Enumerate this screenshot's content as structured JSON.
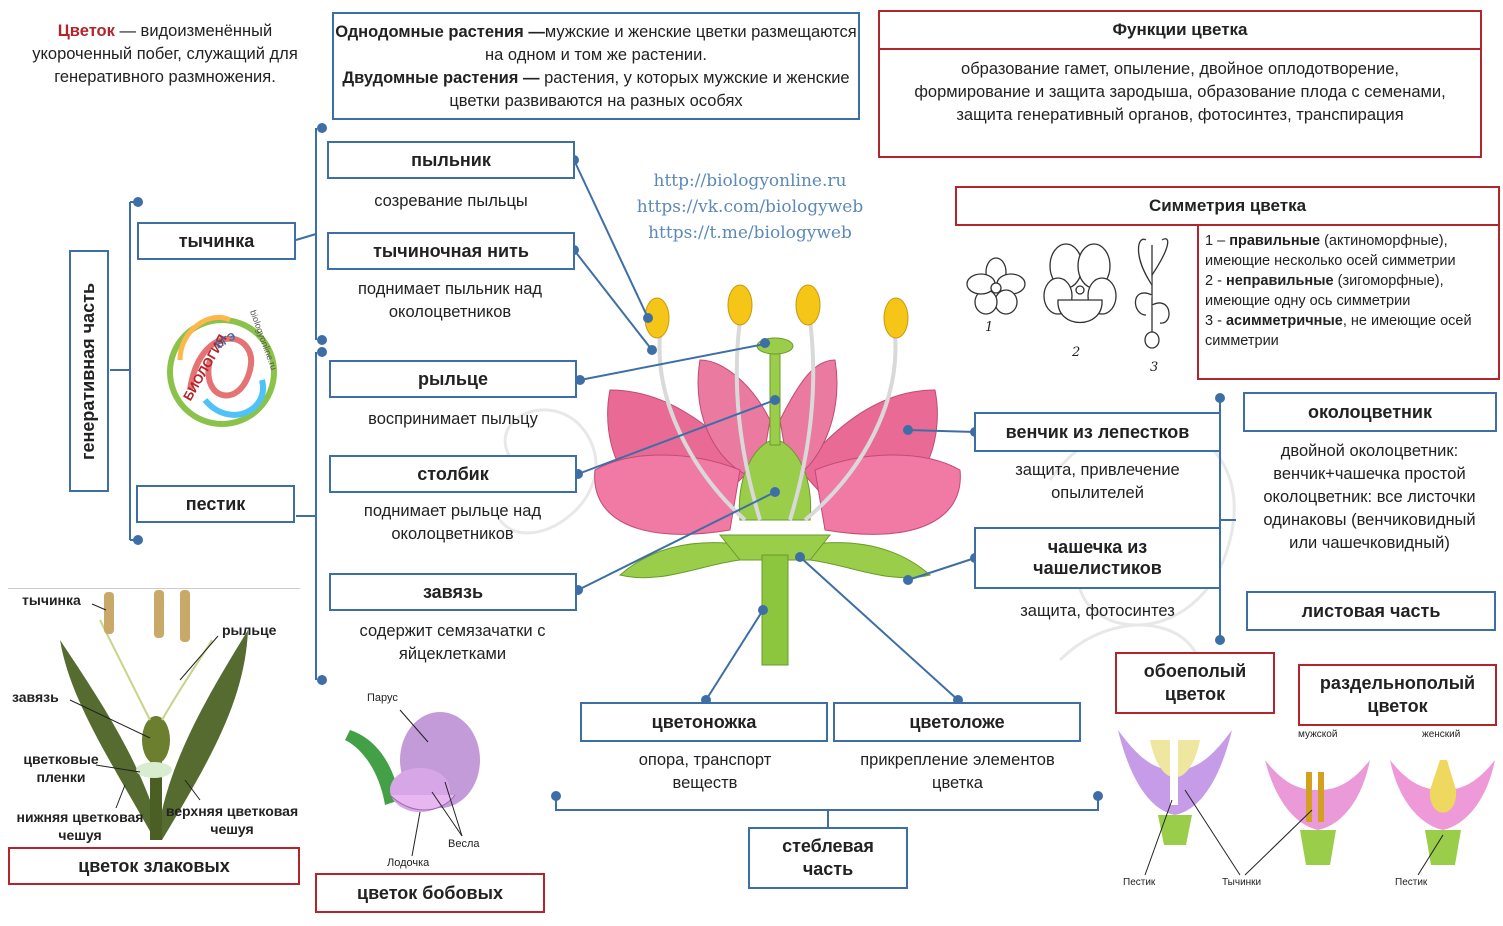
{
  "definition": {
    "term": "Цветок",
    "text": " — видоизменённый укороченный побег, служащий для генеративного размножения."
  },
  "mono_dio": {
    "mono_term": "Однодомные растения —",
    "mono_text": "мужские и женские цветки размещаются на одном и том же растении.",
    "dio_term": "Двудомные растения —",
    "dio_text": " растения, у которых мужские и женские цветки развиваются на разных особях"
  },
  "functions": {
    "title": "Функции цветка",
    "text": "образование гамет, опыление, двойное оплодотворение, формирование и защита зародыша, образование плода с семенами, защита генеративный органов, фотосинтез, транспирация"
  },
  "symmetry": {
    "title": "Симметрия цветка",
    "fig_labels": [
      "1",
      "2",
      "3"
    ],
    "items": [
      {
        "num": "1 –",
        "term": "правильные",
        "text": " (актиноморфные), имеющие несколько осей симметрии"
      },
      {
        "num": "2 -",
        "term": "неправильные",
        "text": " (зигоморфные), имеющие одну ось симметрии"
      },
      {
        "num": "3 -",
        "term": "асимметричные",
        "text": ", не имеющие осей симметрии"
      }
    ]
  },
  "links": [
    "http://biologyonline.ru",
    "https://vk.com/biologyweb",
    "https://t.me/biologyweb"
  ],
  "generative": {
    "label": "генеративная часть",
    "stamen": "тычинка",
    "pistil": "пестик"
  },
  "logo": {
    "text": "БИОЛОГИЯ",
    "sub": "ЕГЭ",
    "site": "biologyonline.ru"
  },
  "parts": {
    "anther": {
      "label": "пыльник",
      "desc": "созревание пыльцы"
    },
    "filament": {
      "label": "тычиночная нить",
      "desc": "поднимает пыльник над околоцветников"
    },
    "stigma": {
      "label": "рыльце",
      "desc": "воспринимает пыльцу"
    },
    "style": {
      "label": "столбик",
      "desc": "поднимает рыльце над околоцветников"
    },
    "ovary": {
      "label": "завязь",
      "desc": "содержит семязачатки с яйцеклетками"
    },
    "corolla": {
      "label": "венчик из лепестков",
      "desc": "защита, привлечение опылителей"
    },
    "calyx": {
      "label": "чашечка из чашелистиков",
      "desc": "защита, фотосинтез"
    },
    "pedicel": {
      "label": "цветоножка",
      "desc": "опора, транспорт веществ"
    },
    "receptacle": {
      "label": "цветоложе",
      "desc": "прикрепление элементов цветка"
    }
  },
  "perianth": {
    "title": "околоцветник",
    "desc": "двойной околоцветник: венчик+чашечка простой околоцветник: все листочки одинаковы (венчиковидный или чашечковидный)",
    "leaf_part": "листовая часть"
  },
  "stem_part": "стеблевая часть",
  "sex": {
    "bisexual": "обоеполый цветок",
    "unisexual": "раздельнополый цветок",
    "male": "мужской",
    "female": "женский",
    "pistil": "Пестик",
    "stamens": "Тычинки",
    "pistil2": "Пестик"
  },
  "cereal": {
    "title": "цветок злаковых",
    "stamen": "тычинка",
    "stigma": "рыльце",
    "ovary": "завязь",
    "films": "цветковые пленки",
    "lower": "нижняя цветковая чешуя",
    "upper": "верхняя цветковая чешуя"
  },
  "legume": {
    "title": "цветок бобовых",
    "sail": "Парус",
    "oars": "Весла",
    "boat": "Лодочка"
  },
  "colors": {
    "blue": "#3d6fa6",
    "red": "#b1252b",
    "petal": "#e96a95",
    "green": "#8cc63f"
  }
}
